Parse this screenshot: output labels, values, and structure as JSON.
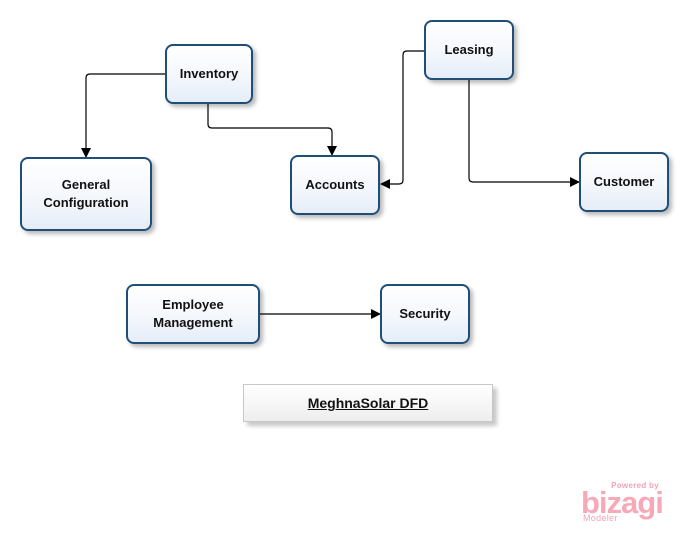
{
  "diagram": {
    "title": "MeghnaSolar DFD",
    "nodes": {
      "inventory": "Inventory",
      "leasing": "Leasing",
      "general_configuration": "General\nConfiguration",
      "accounts": "Accounts",
      "customer": "Customer",
      "employee_management": "Employee\nManagement",
      "security": "Security"
    },
    "edges": [
      {
        "from": "Inventory",
        "to": "General Configuration"
      },
      {
        "from": "Inventory",
        "to": "Accounts"
      },
      {
        "from": "Leasing",
        "to": "Accounts"
      },
      {
        "from": "Leasing",
        "to": "Customer"
      },
      {
        "from": "Employee Management",
        "to": "Security"
      }
    ]
  },
  "branding": {
    "powered": "Powered by",
    "name": "bizagi",
    "product": "Modeler"
  }
}
